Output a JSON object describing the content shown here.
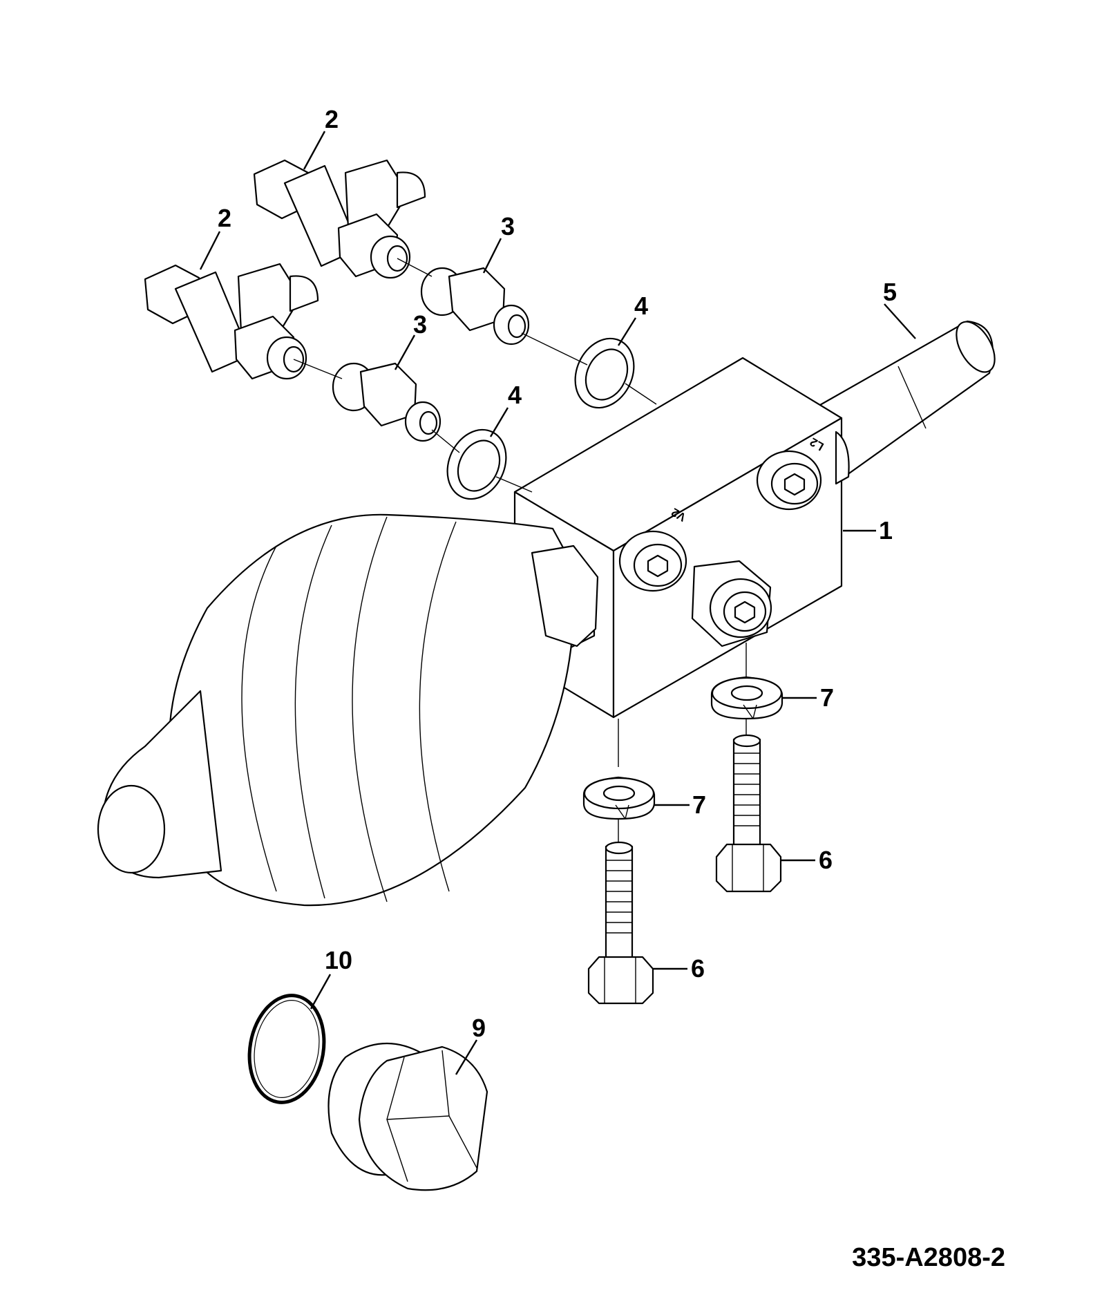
{
  "drawing_number": "335-A2808-2",
  "port_labels": {
    "v2": "V2",
    "l2": "L2"
  },
  "callouts": [
    "1",
    "2",
    "2",
    "3",
    "3",
    "4",
    "4",
    "5",
    "6",
    "6",
    "7",
    "7",
    "9",
    "10"
  ],
  "colors": {
    "line": "#000000",
    "background": "#ffffff"
  }
}
